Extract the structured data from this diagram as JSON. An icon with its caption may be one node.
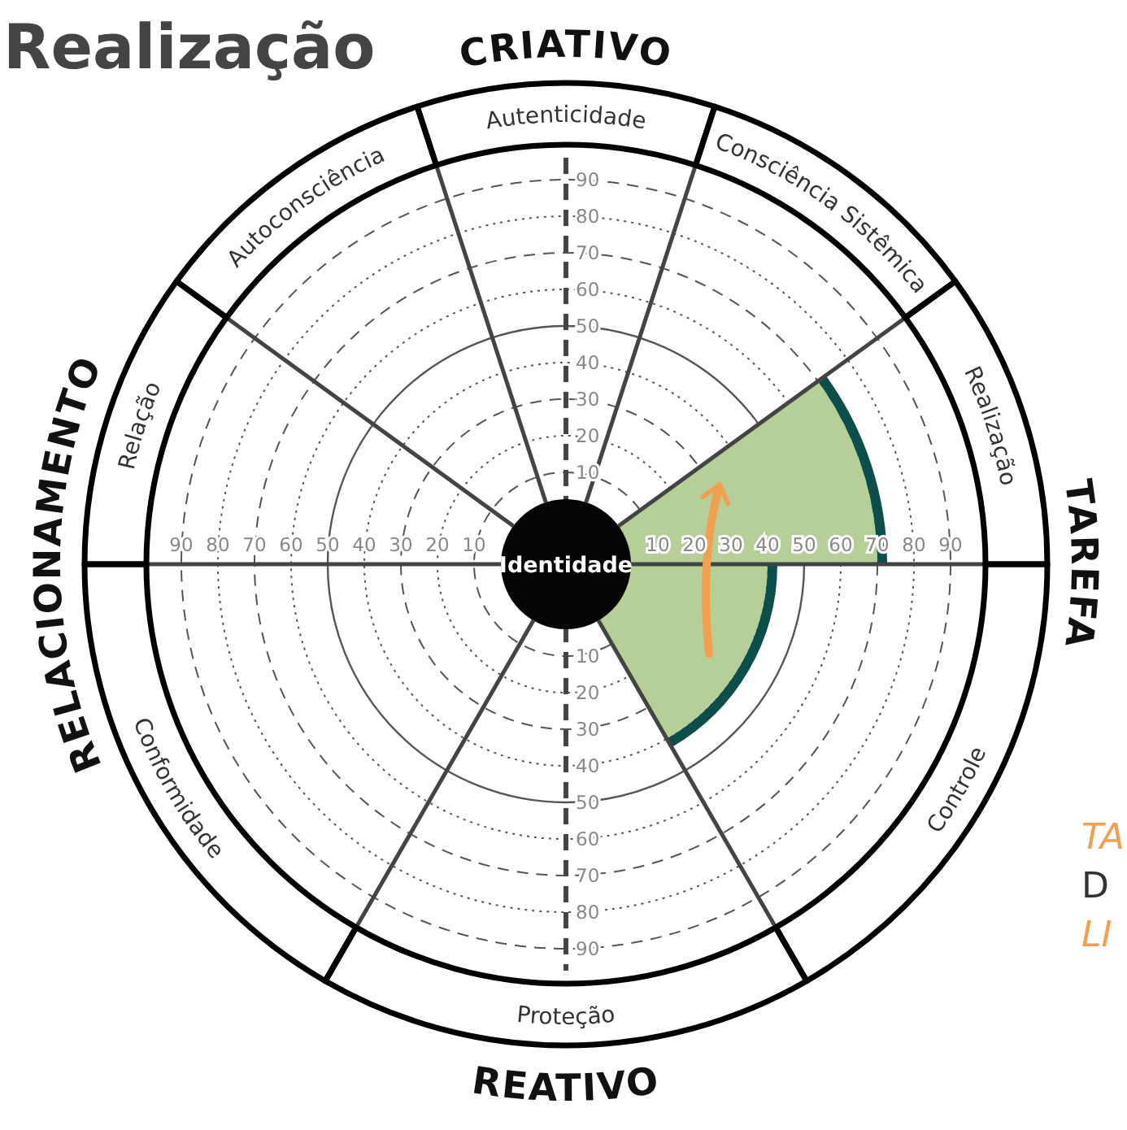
{
  "diagram": {
    "title": "Realização",
    "nodes": [
      {
        "text": [
          "Identidade"
        ]
      },
      {
        "text": [
          "Autenticidade"
        ]
      },
      {
        "text": [
          "Autoconsciência"
        ]
      },
      {
        "text": [
          "Consciência Sistêmica"
        ]
      },
      {
        "text": [
          "Relação"
        ]
      },
      {
        "text": [
          "Realização"
        ]
      },
      {
        "text": [
          "Conformidade"
        ]
      },
      {
        "text": [
          "Controle"
        ]
      },
      {
        "text": [
          "Proteção"
        ]
      }
    ],
    "labels": [
      "CRIATIVO",
      "90",
      "80",
      "70",
      "60",
      "50",
      "40",
      "30",
      "20",
      "10",
      "RELACIONAMENTO",
      "TAREFA",
      "90",
      "80",
      "70",
      "60",
      "50",
      "40",
      "30",
      "20",
      "10",
      "10",
      "20",
      "30",
      "40",
      "50",
      "60",
      "70",
      "80",
      "90",
      "10",
      "20",
      "30",
      "40",
      "50",
      "60",
      "70",
      "80",
      "90",
      "TA",
      "D",
      "LI",
      "REATIVO"
    ]
  }
}
